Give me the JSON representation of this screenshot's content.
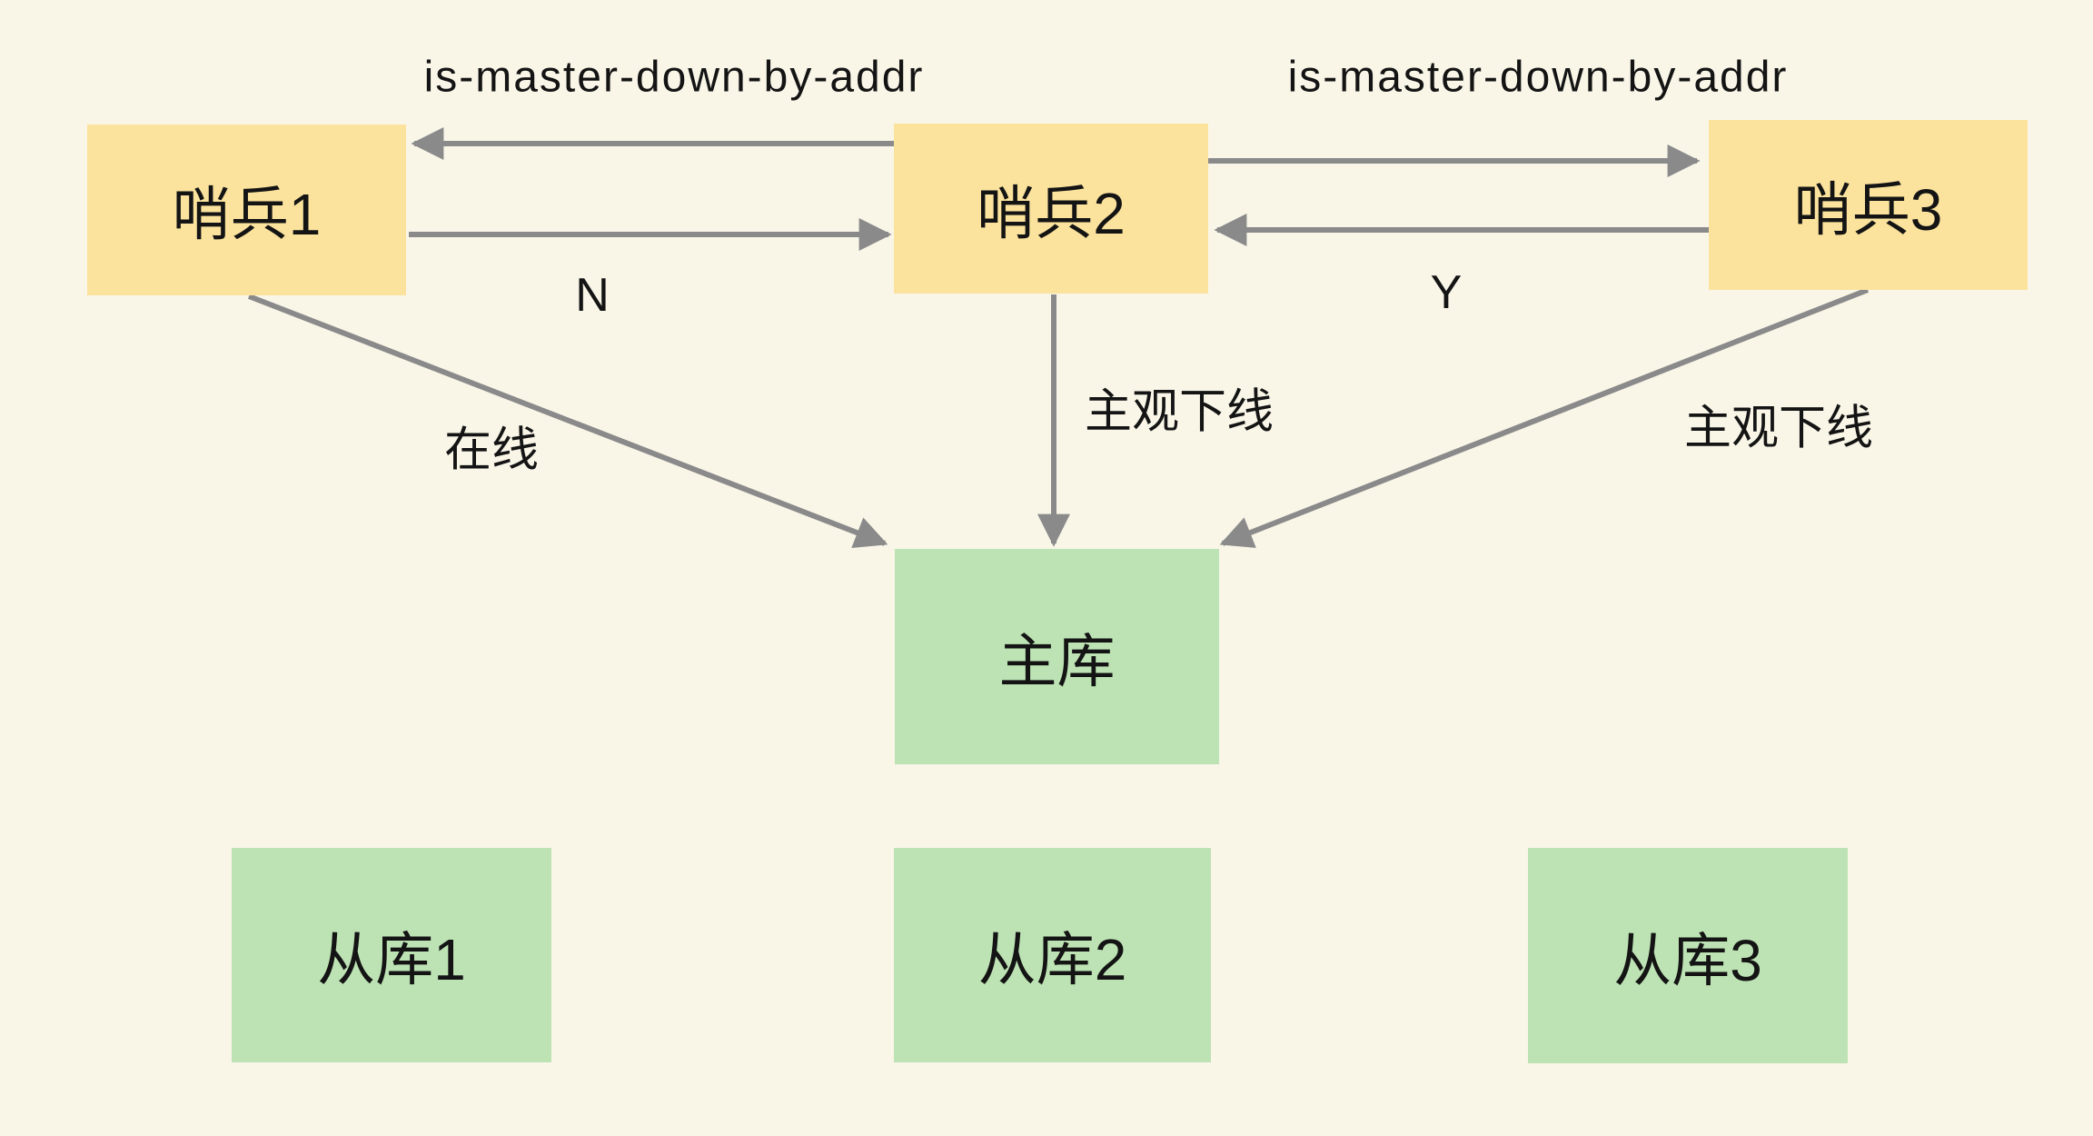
{
  "diagram": {
    "title": "Redis sentinel subjective-down voting diagram",
    "colors": {
      "background": "#F9F6E8",
      "sentinel_fill": "#FBE39D",
      "db_fill": "#BDE3B4",
      "arrow": "#8A8A8A",
      "text": "#141414"
    },
    "nodes": {
      "sentinel1": {
        "label": "哨兵1"
      },
      "sentinel2": {
        "label": "哨兵2"
      },
      "sentinel3": {
        "label": "哨兵3"
      },
      "master": {
        "label": "主库"
      },
      "slave1": {
        "label": "从库1"
      },
      "slave2": {
        "label": "从库2"
      },
      "slave3": {
        "label": "从库3"
      }
    },
    "edge_labels": {
      "imda_left": "is-master-down-by-addr",
      "imda_right": "is-master-down-by-addr",
      "reply_n": "N",
      "reply_y": "Y",
      "online": "在线",
      "subjective_down_2": "主观下线",
      "subjective_down_3": "主观下线"
    }
  }
}
